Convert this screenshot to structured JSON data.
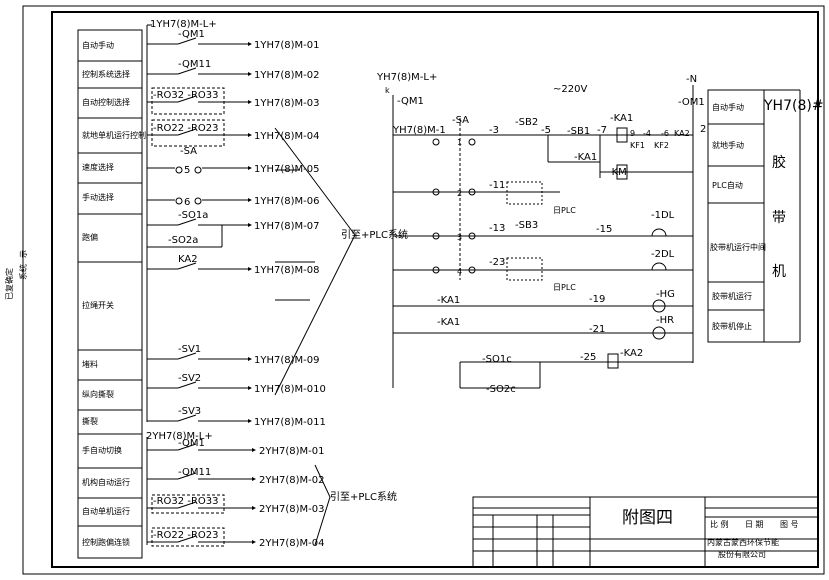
{
  "side_labels": [
    "已复确定",
    "系统",
    "示"
  ],
  "left_panel": [
    "自动手动",
    "控制系统选择",
    "自动控制选择",
    "就地单机运行控制",
    "速度选择",
    "手动选择",
    "跑偏",
    "拉绳开关",
    "堵料",
    "纵向撕裂",
    "撕裂",
    "手自动切换",
    "机构自动运行",
    "自动单机运行",
    "控制跑偏连锁"
  ],
  "top_bus": "1YH7(8)M-L+",
  "top_rows": [
    {
      "contact": "-QM1",
      "out": "1YH7(8)M-01"
    },
    {
      "contact": "-QM11",
      "out": "1YH7(8)M-02"
    },
    {
      "contact": "-RO32 -RO33",
      "out": "1YH7(8)M-03"
    },
    {
      "contact": "-RO22 -RO23",
      "out": "1YH7(8)M-04"
    },
    {
      "contact": "-SA",
      "out": "1YH7(8)M-05"
    },
    {
      "contact": "",
      "out": "1YH7(8)M-06"
    },
    {
      "contact": "-SO1a",
      "out": "1YH7(8)M-07"
    },
    {
      "contact": "-SO2a",
      "out": ""
    },
    {
      "contact": "KA2",
      "out": "1YH7(8)M-08"
    },
    {
      "contact": "-SV1",
      "out": "1YH7(8)M-09"
    },
    {
      "contact": "-SV2",
      "out": "1YH7(8)M-010"
    },
    {
      "contact": "-SV3",
      "out": "1YH7(8)M-011"
    }
  ],
  "sa_contacts": [
    "5",
    "6"
  ],
  "to_plc_1": "引至+PLC系统",
  "bottom_bus": "2YH7(8)M-L+",
  "bottom_rows": [
    {
      "contact": "-QM1",
      "out": "2YH7(8)M-01"
    },
    {
      "contact": "-QM11",
      "out": "2YH7(8)M-02"
    },
    {
      "contact": "-RO32 -RO33",
      "out": "2YH7(8)M-03"
    },
    {
      "contact": "-RO22 -RO23",
      "out": "2YH7(8)M-04"
    }
  ],
  "to_plc_2": "引至+PLC系统",
  "ctrl": {
    "bus_label": "YH7(8)M-L+",
    "k": "k",
    "qm1": "-QM1",
    "voltage": "~220V",
    "n": "-N",
    "om1": "-OM1",
    "row_start": "YH7(8)M-1",
    "sa": "-SA",
    "n3": "-3",
    "sb2": "-SB2",
    "n5": "-5",
    "sb1": "-SB1",
    "n7": "-7",
    "ka1_top": "-KA1",
    "n9": "9",
    "n4": "-4",
    "n6": "-6",
    "kf1": "KF1",
    "kf2": "KF2",
    "ka2_top": "KA2",
    "n2": "2",
    "ka1_mid": "-KA1",
    "km": "-KM",
    "n11": "-11",
    "dpl1": "日PLC",
    "n13": "-13",
    "sb3": "-SB3",
    "n15": "-15",
    "dl1": "-1DL",
    "n23": "-23",
    "dl2": "-2DL",
    "dpl2": "日PLC",
    "ka1_a": "-KA1",
    "n19": "-19",
    "hg": "-HG",
    "ka1_b": "-KA1",
    "n21": "-21",
    "hr": "-HR",
    "so1c": "-SO1c",
    "n25": "-25",
    "ka2_b": "-KA2",
    "so2c": "-SO2c",
    "sa_nums": [
      "1",
      "2",
      "3",
      "4"
    ]
  },
  "right_panel": {
    "title": "YH7(8)#",
    "big_chars": [
      "胶",
      "带",
      "机"
    ],
    "cells": [
      "自动手动",
      "就地手动",
      "PLC自动",
      "胶带机运行中间",
      "胶带机运行",
      "胶带机停止"
    ]
  },
  "title_block": {
    "figure": "附图四",
    "company_line1": "内蒙古蒙西环保节能",
    "company_line2": "股份有限公司",
    "small": [
      "比 例",
      "日 期",
      "图 号"
    ]
  }
}
